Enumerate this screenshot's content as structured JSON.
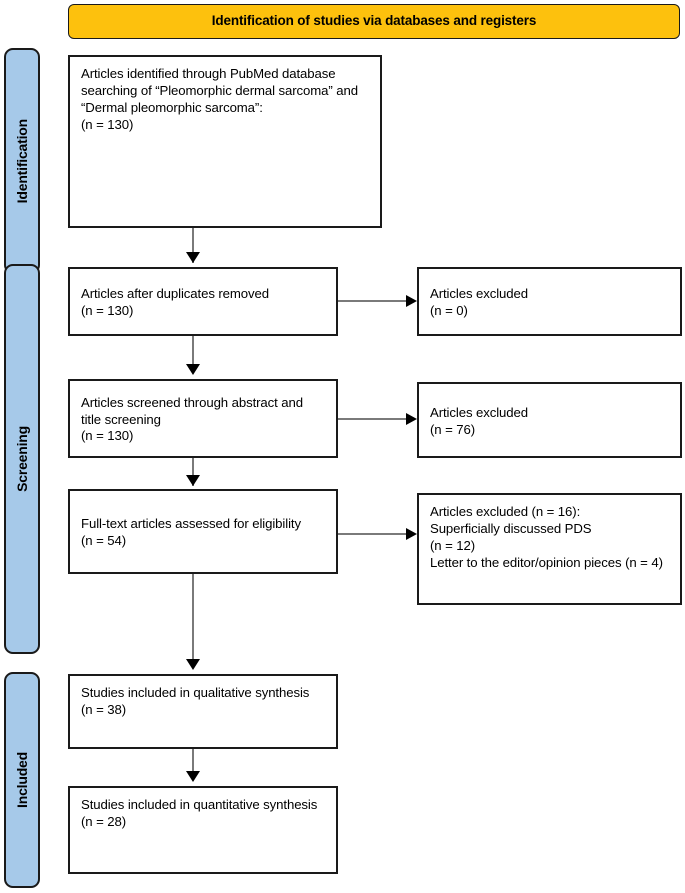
{
  "header": {
    "title": "Identification of studies via databases and registers"
  },
  "stages": [
    {
      "id": "identification",
      "label": "Identification"
    },
    {
      "id": "screening",
      "label": "Screening"
    },
    {
      "id": "included",
      "label": "Included"
    }
  ],
  "boxes": {
    "identified": {
      "text": "Articles identified through PubMed database searching of “Pleomorphic dermal sarcoma” and “Dermal pleomorphic sarcoma”:\n(n = 130)",
      "count_label": "(n = 130)",
      "n": 130
    },
    "duplicates_removed": {
      "text": "Articles after duplicates removed\n(n = 130)",
      "count_label": "(n = 130)",
      "n": 130
    },
    "screened": {
      "text": "Articles screened through abstract and title screening\n(n = 130)",
      "count_label": "(n = 130)",
      "n": 130
    },
    "fulltext_assessed": {
      "text": "Full-text articles assessed for eligibility\n(n = 54)",
      "count_label": "(n = 54)",
      "n": 54
    },
    "qualitative": {
      "text": "Studies included in qualitative synthesis\n(n = 38)",
      "count_label": "(n = 38)",
      "n": 38
    },
    "quantitative": {
      "text": "Studies included in quantitative synthesis\n(n = 28)",
      "count_label": "(n = 28)",
      "n": 28
    },
    "excluded_duplicates": {
      "text": "Articles excluded\n(n = 0)",
      "count_label": "(n = 0)",
      "n": 0
    },
    "excluded_screening": {
      "text": "Articles excluded\n(n = 76)",
      "count_label": "(n = 76)",
      "n": 76
    },
    "excluded_fulltext": {
      "text": "Articles excluded (n = 16):\n    Superficially discussed PDS\n(n = 12)\n    Letter to the editor/opinion pieces (n = 4)",
      "count_label": "(n = 16)",
      "n": 16,
      "reasons": [
        {
          "label": "Superficially discussed PDS",
          "count_label": "(n = 12)",
          "n": 12
        },
        {
          "label": "Letter to the editor/opinion pieces",
          "count_label": "(n = 4)",
          "n": 4
        }
      ]
    }
  },
  "colors": {
    "header_bg": "#FDC10D",
    "stage_bg": "#A6C9E9",
    "box_border": "#1a1a1a",
    "connector_line": "#7a7a7a",
    "arrowhead": "#000000",
    "text": "#000000",
    "page_bg": "#ffffff"
  },
  "chart_data": {
    "type": "diagram",
    "title": "Identification of studies via databases and registers",
    "nodes": [
      {
        "id": "identified",
        "stage": "Identification",
        "label": "Articles identified through PubMed database searching of “Pleomorphic dermal sarcoma” and “Dermal pleomorphic sarcoma”:",
        "n": 130
      },
      {
        "id": "duplicates_removed",
        "stage": "Screening",
        "label": "Articles after duplicates removed",
        "n": 130
      },
      {
        "id": "excluded_duplicates",
        "stage": "Screening",
        "label": "Articles excluded",
        "n": 0
      },
      {
        "id": "screened",
        "stage": "Screening",
        "label": "Articles screened through abstract and title screening",
        "n": 130
      },
      {
        "id": "excluded_screening",
        "stage": "Screening",
        "label": "Articles excluded",
        "n": 76
      },
      {
        "id": "fulltext_assessed",
        "stage": "Screening",
        "label": "Full-text articles assessed for eligibility",
        "n": 54
      },
      {
        "id": "excluded_fulltext",
        "stage": "Screening",
        "label": "Articles excluded",
        "n": 16
      },
      {
        "id": "qualitative",
        "stage": "Included",
        "label": "Studies included in qualitative synthesis",
        "n": 38
      },
      {
        "id": "quantitative",
        "stage": "Included",
        "label": "Studies included in quantitative synthesis",
        "n": 28
      }
    ],
    "edges": [
      {
        "from": "identified",
        "to": "duplicates_removed",
        "direction": "down"
      },
      {
        "from": "duplicates_removed",
        "to": "excluded_duplicates",
        "direction": "right"
      },
      {
        "from": "duplicates_removed",
        "to": "screened",
        "direction": "down"
      },
      {
        "from": "screened",
        "to": "excluded_screening",
        "direction": "right"
      },
      {
        "from": "screened",
        "to": "fulltext_assessed",
        "direction": "down"
      },
      {
        "from": "fulltext_assessed",
        "to": "excluded_fulltext",
        "direction": "right"
      },
      {
        "from": "fulltext_assessed",
        "to": "qualitative",
        "direction": "down"
      },
      {
        "from": "qualitative",
        "to": "quantitative",
        "direction": "down"
      }
    ]
  }
}
